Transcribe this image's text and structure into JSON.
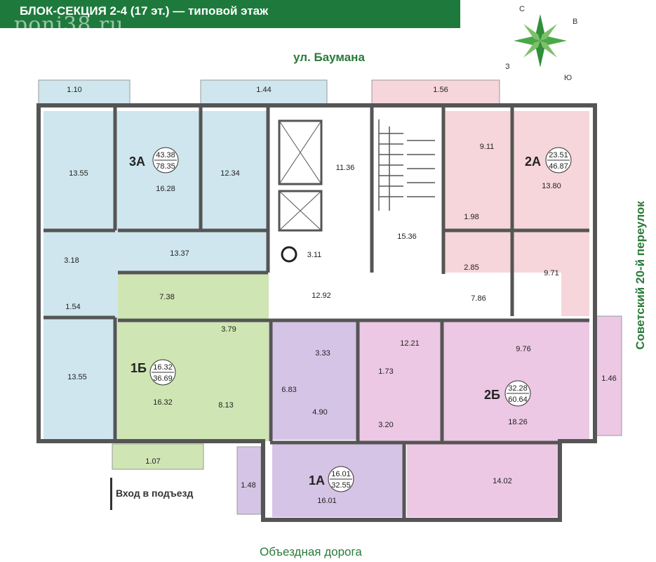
{
  "header": {
    "title": "БЛОК-СЕКЦИЯ 2-4 (17 эт.) — типовой этаж",
    "watermark": "poni38.ru"
  },
  "streets": {
    "top": "ул. Баумана",
    "bottom": "Объездная дорога",
    "right": "Советский 20-й переулок"
  },
  "entrance_label": "Вход в подъезд",
  "compass": {
    "n": "С",
    "e": "В",
    "s": "Ю",
    "w": "З"
  },
  "apartments": [
    {
      "name": "3А",
      "living": "43.38",
      "total": "78.35"
    },
    {
      "name": "2А",
      "living": "23.51",
      "total": "46.87"
    },
    {
      "name": "1Б",
      "living": "16.32",
      "total": "36.69"
    },
    {
      "name": "2Б",
      "living": "32.28",
      "total": "60.64"
    },
    {
      "name": "1А",
      "living": "16.01",
      "total": "32.55"
    }
  ],
  "rooms": {
    "a3_r1": "13.55",
    "a3_r2": "16.28",
    "a3_kitchen": "12.34",
    "a3_bath": "3.18",
    "a3_wc": "1.54",
    "a3_hall": "13.37",
    "a3_r3": "13.55",
    "lift_hall": "11.36",
    "stair": "15.36",
    "shaft": "3.11",
    "corridor": "12.92",
    "a2a_kitchen": "9.11",
    "a2a_room": "13.80",
    "a2a_wc": "1.98",
    "a2a_bath": "2.85",
    "a2a_hall": "7.86",
    "a2a_r2": "9.71",
    "a1b_hall": "7.38",
    "a1b_bath": "3.79",
    "a1b_room": "16.32",
    "a1b_kitchen": "8.13",
    "a1a_bath": "3.33",
    "a1a_hall": "6.83",
    "a1a_kitchen": "4.90",
    "a1a_room": "16.01",
    "a2b_hall": "12.21",
    "a2b_wc": "1.73",
    "a2b_bath": "3.20",
    "a2b_kitchen": "9.76",
    "a2b_room": "18.26",
    "a2b_r2": "14.02"
  },
  "balconies": {
    "b1": "1.10",
    "b2": "1.44",
    "b3": "1.56",
    "b4": "1.07",
    "b5": "1.46",
    "b6": "1.48"
  },
  "colors": {
    "blue": "#cfe6ee",
    "green": "#cfe5b4",
    "pink": "#f6d6da",
    "purple": "#d6c4e6",
    "violet": "#ecc8e4",
    "header": "#1e7a3c",
    "wall": "#555555"
  }
}
